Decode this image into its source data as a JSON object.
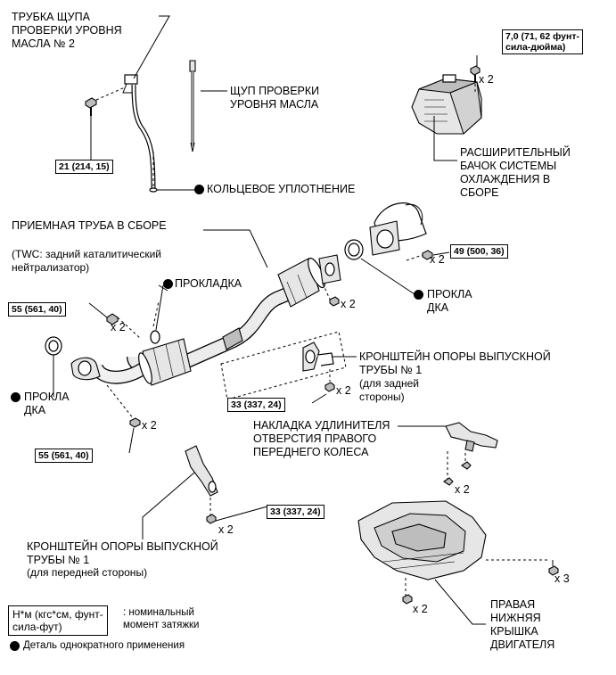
{
  "labels": {
    "oil_dipstick_tube": "ТРУБКА ЩУПА\nПРОВЕРКИ УРОВНЯ\nМАСЛА № 2",
    "oil_dipstick": "ЩУП ПРОВЕРКИ\nУРОВНЯ МАСЛА",
    "o_ring": "КОЛЬЦЕВОЕ УПЛОТНЕНИЕ",
    "coolant_reservoir": "РАСШИРИТЕЛЬНЫЙ\nБАЧОК СИСТЕМЫ\nОХЛАЖДЕНИЯ В\nСБОРЕ",
    "front_pipe": "ПРИЕМНАЯ ТРУБА В СБОРЕ",
    "front_pipe_note": "(TWC: задний каталитический\nнейтрализатор)",
    "gasket_center": "ПРОКЛАДКА",
    "gasket_right": "ПРОКЛА\nДКА",
    "gasket_left": "ПРОКЛА\nДКА",
    "rear_bracket": "КРОНШТЕЙН ОПОРЫ ВЫПУСКНОЙ\nТРУБЫ № 1",
    "rear_bracket_note": "(для задней\nстороны)",
    "wheel_opening_cover": "НАКЛАДКА УДЛИНИТЕЛЯ\nОТВЕРСТИЯ ПРАВОГО\nПЕРЕДНЕГО КОЛЕСА",
    "front_bracket": "КРОНШТЕЙН ОПОРЫ ВЫПУСКНОЙ\nТРУБЫ № 1",
    "front_bracket_note": "(для передней стороны)",
    "engine_under_cover": "ПРАВАЯ\nНИЖНЯЯ\nКРЫШКА\nДВИГАТЕЛЯ"
  },
  "torques": {
    "coolant_tank": "7,0 (71, 62 фунт-\nсила-дюйма)",
    "dipstick_tube": "21 (214, 15)",
    "rear_flange": "49 (500, 36)",
    "front_pipe_bolt": "55 (561, 40)",
    "front_lower_nut": "55 (561, 40)",
    "rear_bracket_bolt": "33 (337, 24)",
    "front_bracket_bolt": "33 (337, 24)"
  },
  "quantities": {
    "coolant_tank": "x 2",
    "rear_flange": "x 2",
    "flange_nuts": "x 2",
    "front_pipe_bolt": "x 2",
    "rear_bracket_bolt": "x 2",
    "front_lower_nut": "x 2",
    "wheel_cover_clip": "x 2",
    "front_bracket_bolt": "x 2",
    "under_cover_right": "x 3",
    "under_cover_left": "x 2"
  },
  "legend": {
    "unit_box": "Н*м (кгс*см, фунт-\nсила-фут)",
    "unit_desc": ": номинальный\nмомент затяжки",
    "single_use": "Деталь однократного применения"
  }
}
